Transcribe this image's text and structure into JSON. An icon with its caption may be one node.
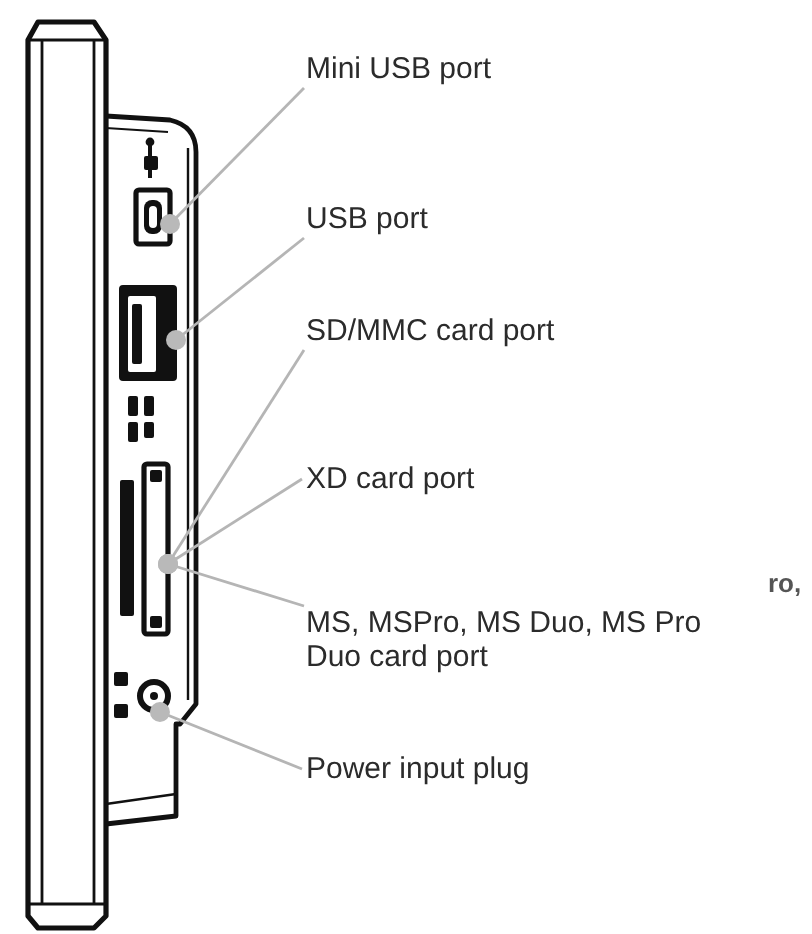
{
  "diagram": {
    "nodes": [
      {
        "text": [
          "Mini USB port"
        ]
      },
      {
        "text": [
          "USB port"
        ]
      },
      {
        "text": [
          "SD/MMC card port"
        ]
      },
      {
        "text": [
          "XD card port"
        ]
      },
      {
        "text": [
          "MS, MSPro, MS Duo, MS Pro Duo card port"
        ]
      },
      {
        "text": [
          "Power input plug"
        ]
      },
      {
        "text": [],
        "shape": "box"
      },
      {
        "text": [],
        "shape": "box"
      },
      {
        "text": [],
        "shape": "box"
      },
      {
        "text": [],
        "shape": "circle"
      }
    ],
    "edges": [
      {
        "from": 0,
        "to": 6,
        "arrow": "other"
      },
      {
        "from": 1,
        "to": 7,
        "arrow": "other"
      },
      {
        "from": 2,
        "to": 8,
        "arrow": "other"
      },
      {
        "from": 3,
        "to": 8,
        "arrow": "other"
      },
      {
        "from": 4,
        "to": 8,
        "arrow": "other"
      },
      {
        "from": 5,
        "to": 9,
        "arrow": "other"
      }
    ],
    "labels": [
      "ro,"
    ]
  }
}
